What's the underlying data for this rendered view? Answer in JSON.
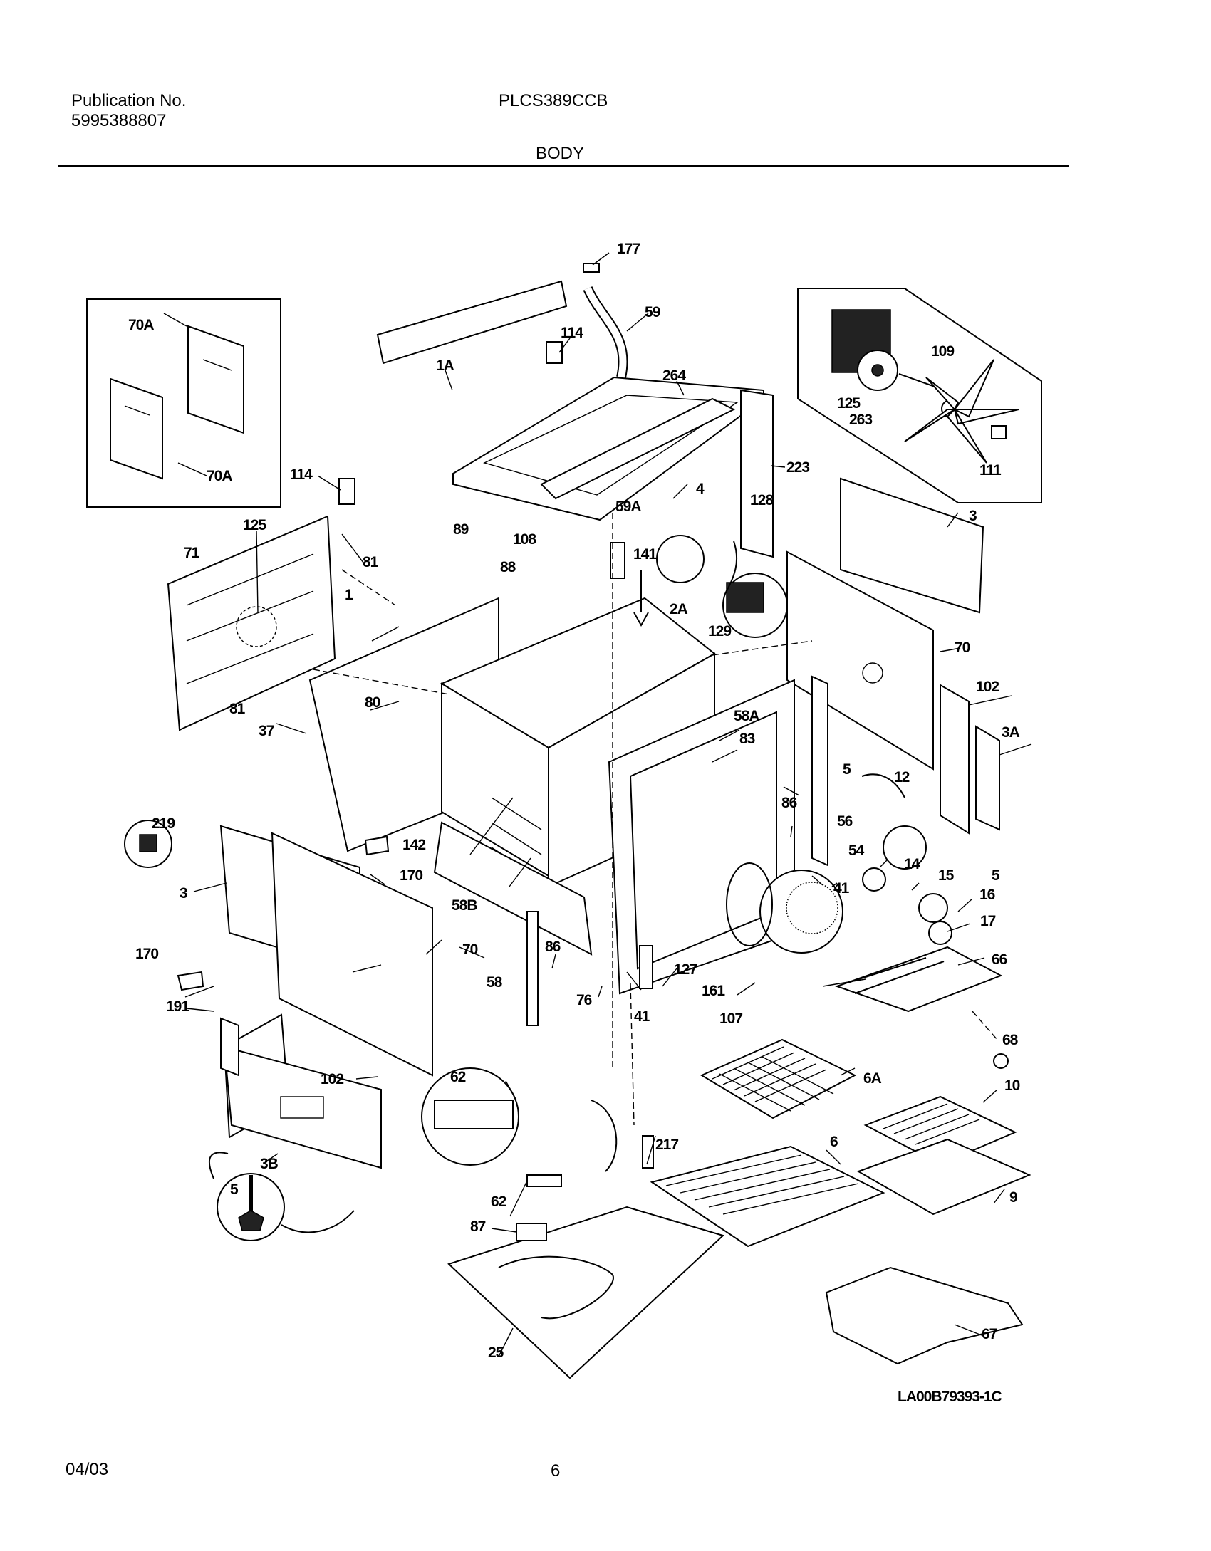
{
  "header": {
    "publication_label": "Publication No.",
    "publication_number": "5995388807",
    "model": "PLCS389CCB",
    "section": "BODY"
  },
  "diagram": {
    "drawing_id": "LA00B79393-1C",
    "callouts": [
      {
        "id": "c177",
        "text": "177"
      },
      {
        "id": "c59",
        "text": "59"
      },
      {
        "id": "c114a",
        "text": "114"
      },
      {
        "id": "c1A",
        "text": "1A"
      },
      {
        "id": "c264",
        "text": "264"
      },
      {
        "id": "c223",
        "text": "223"
      },
      {
        "id": "c4",
        "text": "4"
      },
      {
        "id": "c114b",
        "text": "114"
      },
      {
        "id": "c70Aa",
        "text": "70A"
      },
      {
        "id": "c70Ab",
        "text": "70A"
      },
      {
        "id": "c125a",
        "text": "125"
      },
      {
        "id": "c109",
        "text": "109"
      },
      {
        "id": "c263",
        "text": "263"
      },
      {
        "id": "c111",
        "text": "111"
      },
      {
        "id": "c125b",
        "text": "125"
      },
      {
        "id": "c71",
        "text": "71"
      },
      {
        "id": "c81a",
        "text": "81"
      },
      {
        "id": "c89",
        "text": "89"
      },
      {
        "id": "c108",
        "text": "108"
      },
      {
        "id": "c59A",
        "text": "59A"
      },
      {
        "id": "c141",
        "text": "141"
      },
      {
        "id": "c88",
        "text": "88"
      },
      {
        "id": "c128",
        "text": "128"
      },
      {
        "id": "c129",
        "text": "129"
      },
      {
        "id": "c2A",
        "text": "2A"
      },
      {
        "id": "c3a",
        "text": "3"
      },
      {
        "id": "c70a",
        "text": "70"
      },
      {
        "id": "c1",
        "text": "1"
      },
      {
        "id": "c81b",
        "text": "81"
      },
      {
        "id": "c80",
        "text": "80"
      },
      {
        "id": "c58A",
        "text": "58A"
      },
      {
        "id": "c102a",
        "text": "102"
      },
      {
        "id": "c3A",
        "text": "3A"
      },
      {
        "id": "c83",
        "text": "83"
      },
      {
        "id": "c37",
        "text": "37"
      },
      {
        "id": "c5a",
        "text": "5"
      },
      {
        "id": "c12",
        "text": "12"
      },
      {
        "id": "c86a",
        "text": "86"
      },
      {
        "id": "c56",
        "text": "56"
      },
      {
        "id": "c219",
        "text": "219"
      },
      {
        "id": "c142",
        "text": "142"
      },
      {
        "id": "c54",
        "text": "54"
      },
      {
        "id": "c14",
        "text": "14"
      },
      {
        "id": "c15",
        "text": "15"
      },
      {
        "id": "c5b",
        "text": "5"
      },
      {
        "id": "c16",
        "text": "16"
      },
      {
        "id": "c170a",
        "text": "170"
      },
      {
        "id": "c41a",
        "text": "41"
      },
      {
        "id": "c3b",
        "text": "3"
      },
      {
        "id": "c58B",
        "text": "58B"
      },
      {
        "id": "c17",
        "text": "17"
      },
      {
        "id": "c86b",
        "text": "86"
      },
      {
        "id": "c170b",
        "text": "170"
      },
      {
        "id": "c70b",
        "text": "70"
      },
      {
        "id": "c127",
        "text": "127"
      },
      {
        "id": "c66",
        "text": "66"
      },
      {
        "id": "c58",
        "text": "58"
      },
      {
        "id": "c161",
        "text": "161"
      },
      {
        "id": "c76",
        "text": "76"
      },
      {
        "id": "c41b",
        "text": "41"
      },
      {
        "id": "c107",
        "text": "107"
      },
      {
        "id": "c191",
        "text": "191"
      },
      {
        "id": "c68",
        "text": "68"
      },
      {
        "id": "c62a",
        "text": "62"
      },
      {
        "id": "c102b",
        "text": "102"
      },
      {
        "id": "c6A",
        "text": "6A"
      },
      {
        "id": "c10",
        "text": "10"
      },
      {
        "id": "c217",
        "text": "217"
      },
      {
        "id": "c3B",
        "text": "3B"
      },
      {
        "id": "c6",
        "text": "6"
      },
      {
        "id": "c5c",
        "text": "5"
      },
      {
        "id": "c9",
        "text": "9"
      },
      {
        "id": "c62b",
        "text": "62"
      },
      {
        "id": "c87",
        "text": "87"
      },
      {
        "id": "c67",
        "text": "67"
      },
      {
        "id": "c25",
        "text": "25"
      }
    ]
  },
  "footer": {
    "date": "04/03",
    "page": "6"
  }
}
